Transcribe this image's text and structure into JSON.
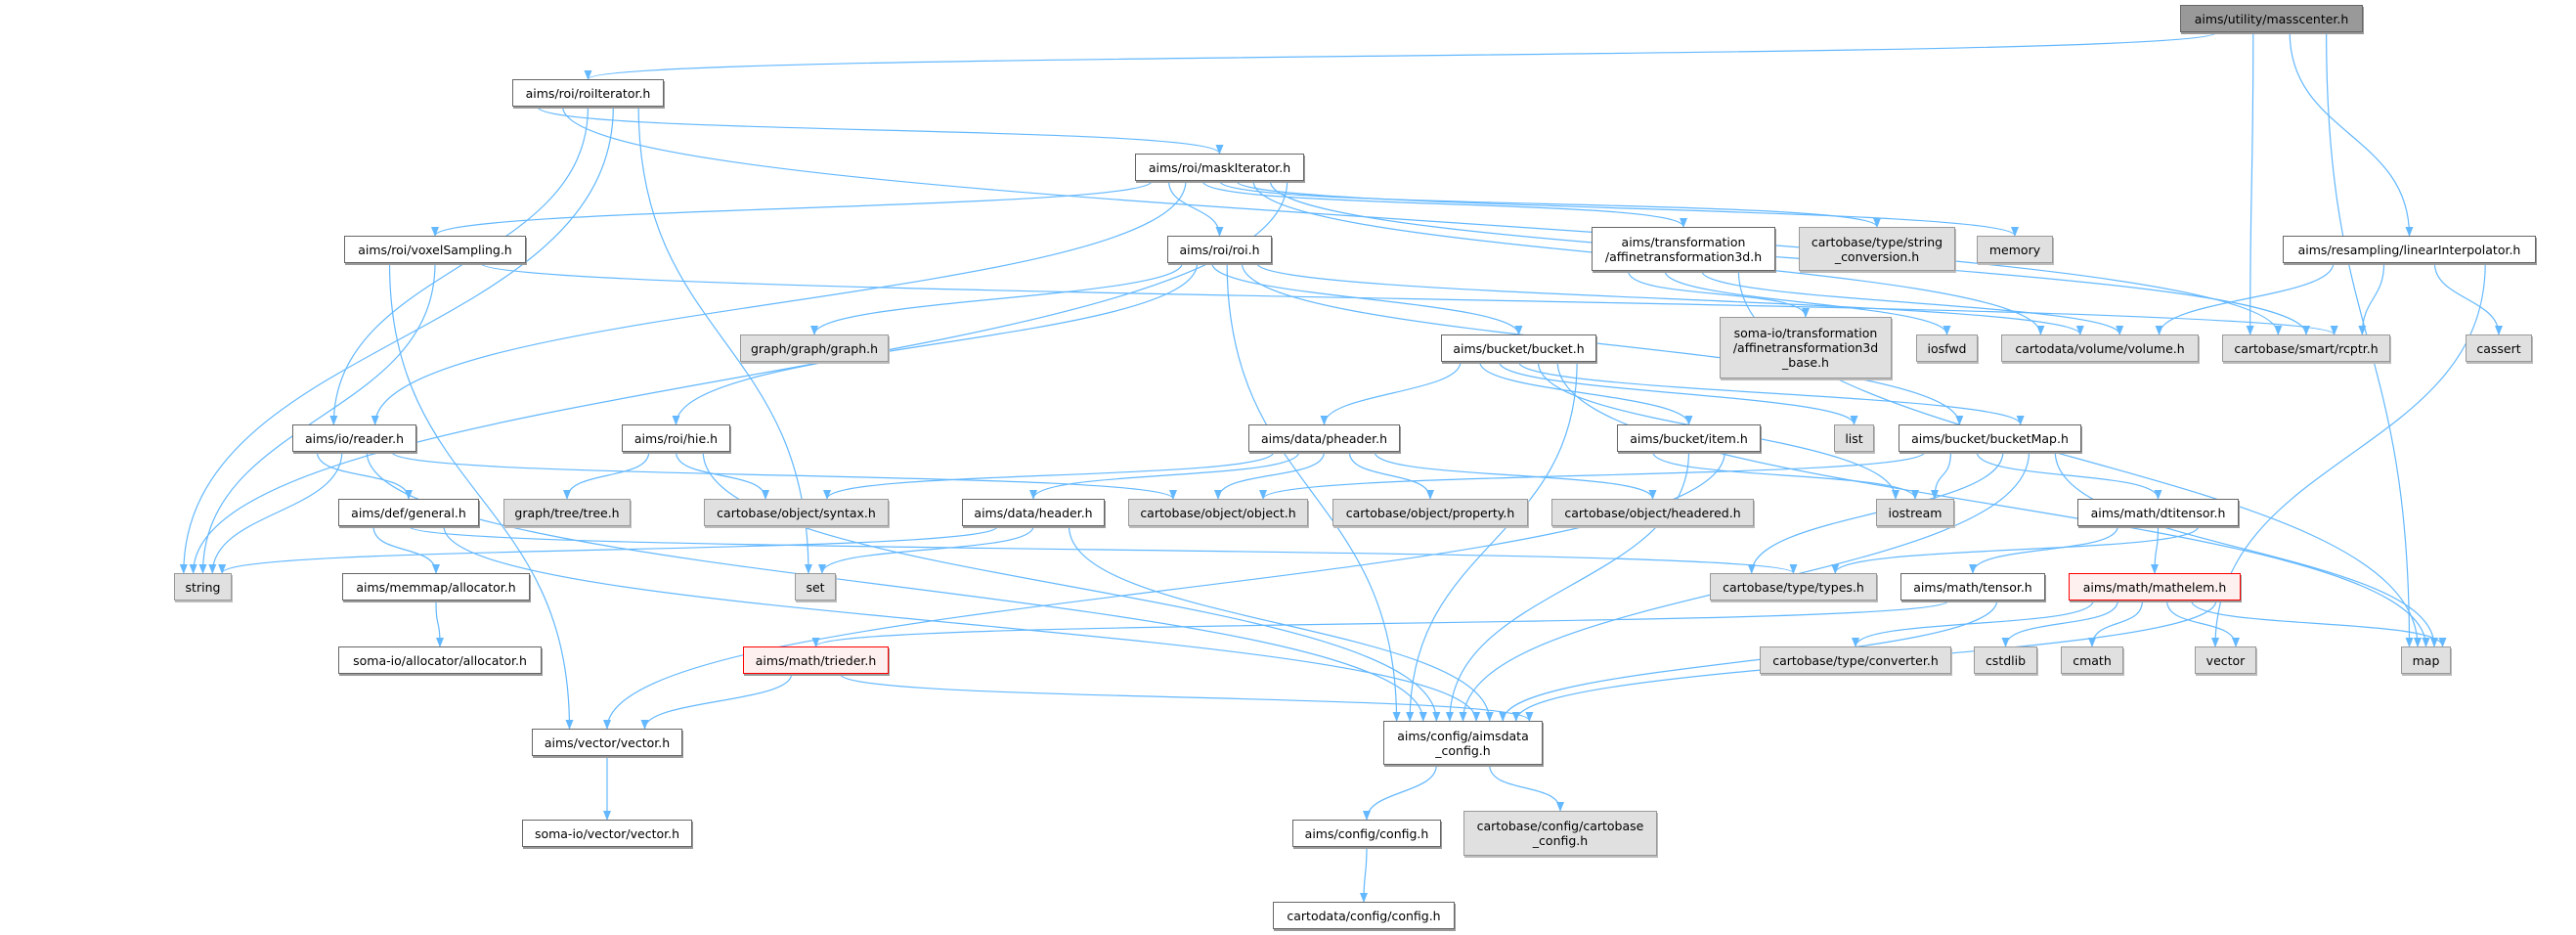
{
  "title": "aims/utility/masscenter.h include dependency graph",
  "colors": {
    "edge": "#63b8ff",
    "root_fill": "#999999",
    "external_fill": "#e0e0e0",
    "truncated_border": "#ff0000"
  },
  "nodes": [
    {
      "id": "masscenter",
      "label": "aims/utility/masscenter.h",
      "kind": "root"
    },
    {
      "id": "roiIterator",
      "label": "aims/roi/roiIterator.h",
      "kind": "local"
    },
    {
      "id": "maskIterator",
      "label": "aims/roi/maskIterator.h",
      "kind": "local"
    },
    {
      "id": "voxelSampling",
      "label": "aims/roi/voxelSampling.h",
      "kind": "local"
    },
    {
      "id": "roi",
      "label": "aims/roi/roi.h",
      "kind": "local"
    },
    {
      "id": "affine3d",
      "label": "aims/transformation\n/affinetransformation3d.h",
      "kind": "local"
    },
    {
      "id": "strconv",
      "label": "cartobase/type/string\n_conversion.h",
      "kind": "external"
    },
    {
      "id": "memory",
      "label": "memory",
      "kind": "external"
    },
    {
      "id": "linInterp",
      "label": "aims/resampling/linearInterpolator.h",
      "kind": "local"
    },
    {
      "id": "graph",
      "label": "graph/graph/graph.h",
      "kind": "external"
    },
    {
      "id": "bucket",
      "label": "aims/bucket/bucket.h",
      "kind": "local"
    },
    {
      "id": "somaAffine",
      "label": "soma-io/transformation\n/affinetransformation3d\n_base.h",
      "kind": "external"
    },
    {
      "id": "iosfwd",
      "label": "iosfwd",
      "kind": "external"
    },
    {
      "id": "volume",
      "label": "cartodata/volume/volume.h",
      "kind": "external"
    },
    {
      "id": "rcptr",
      "label": "cartobase/smart/rcptr.h",
      "kind": "external"
    },
    {
      "id": "cassert",
      "label": "cassert",
      "kind": "external"
    },
    {
      "id": "reader",
      "label": "aims/io/reader.h",
      "kind": "local"
    },
    {
      "id": "hie",
      "label": "aims/roi/hie.h",
      "kind": "local"
    },
    {
      "id": "pheader",
      "label": "aims/data/pheader.h",
      "kind": "local"
    },
    {
      "id": "item",
      "label": "aims/bucket/item.h",
      "kind": "local"
    },
    {
      "id": "list",
      "label": "list",
      "kind": "external"
    },
    {
      "id": "bucketMap",
      "label": "aims/bucket/bucketMap.h",
      "kind": "local"
    },
    {
      "id": "general",
      "label": "aims/def/general.h",
      "kind": "local"
    },
    {
      "id": "tree",
      "label": "graph/tree/tree.h",
      "kind": "external"
    },
    {
      "id": "syntax",
      "label": "cartobase/object/syntax.h",
      "kind": "external"
    },
    {
      "id": "header",
      "label": "aims/data/header.h",
      "kind": "local"
    },
    {
      "id": "object",
      "label": "cartobase/object/object.h",
      "kind": "external"
    },
    {
      "id": "property",
      "label": "cartobase/object/property.h",
      "kind": "external"
    },
    {
      "id": "headered",
      "label": "cartobase/object/headered.h",
      "kind": "external"
    },
    {
      "id": "iostream",
      "label": "iostream",
      "kind": "external"
    },
    {
      "id": "dtensor",
      "label": "aims/math/dtitensor.h",
      "kind": "local"
    },
    {
      "id": "string",
      "label": "string",
      "kind": "external"
    },
    {
      "id": "allocator",
      "label": "aims/memmap/allocator.h",
      "kind": "local"
    },
    {
      "id": "set",
      "label": "set",
      "kind": "external"
    },
    {
      "id": "types",
      "label": "cartobase/type/types.h",
      "kind": "external"
    },
    {
      "id": "tensor",
      "label": "aims/math/tensor.h",
      "kind": "local"
    },
    {
      "id": "mathelem",
      "label": "aims/math/mathelem.h",
      "kind": "truncated"
    },
    {
      "id": "somaAlloc",
      "label": "soma-io/allocator/allocator.h",
      "kind": "local"
    },
    {
      "id": "trieder",
      "label": "aims/math/trieder.h",
      "kind": "truncated"
    },
    {
      "id": "converter",
      "label": "cartobase/type/converter.h",
      "kind": "external"
    },
    {
      "id": "cstdlib",
      "label": "cstdlib",
      "kind": "external"
    },
    {
      "id": "cmath",
      "label": "cmath",
      "kind": "external"
    },
    {
      "id": "vector",
      "label": "vector",
      "kind": "external"
    },
    {
      "id": "map",
      "label": "map",
      "kind": "external"
    },
    {
      "id": "vectorh",
      "label": "aims/vector/vector.h",
      "kind": "local"
    },
    {
      "id": "aimsconfig",
      "label": "aims/config/aimsdata\n_config.h",
      "kind": "local"
    },
    {
      "id": "somaVector",
      "label": "soma-io/vector/vector.h",
      "kind": "local"
    },
    {
      "id": "config",
      "label": "aims/config/config.h",
      "kind": "local"
    },
    {
      "id": "cartoConfig",
      "label": "cartobase/config/cartobase\n_config.h",
      "kind": "external"
    },
    {
      "id": "cartodataConfig",
      "label": "cartodata/config/config.h",
      "kind": "local"
    }
  ],
  "edges": [
    [
      "masscenter",
      "roiIterator"
    ],
    [
      "masscenter",
      "rcptr"
    ],
    [
      "masscenter",
      "linInterp"
    ],
    [
      "masscenter",
      "map"
    ],
    [
      "roiIterator",
      "maskIterator"
    ],
    [
      "roiIterator",
      "rcptr"
    ],
    [
      "roiIterator",
      "reader"
    ],
    [
      "roiIterator",
      "string"
    ],
    [
      "roiIterator",
      "set"
    ],
    [
      "maskIterator",
      "voxelSampling"
    ],
    [
      "maskIterator",
      "roi"
    ],
    [
      "maskIterator",
      "reader"
    ],
    [
      "maskIterator",
      "affine3d"
    ],
    [
      "maskIterator",
      "strconv"
    ],
    [
      "maskIterator",
      "memory"
    ],
    [
      "maskIterator",
      "volume"
    ],
    [
      "maskIterator",
      "rcptr"
    ],
    [
      "maskIterator",
      "string"
    ],
    [
      "voxelSampling",
      "vectorh"
    ],
    [
      "voxelSampling",
      "string"
    ],
    [
      "voxelSampling",
      "rcptr"
    ],
    [
      "roi",
      "graph"
    ],
    [
      "roi",
      "hie"
    ],
    [
      "roi",
      "bucket"
    ],
    [
      "roi",
      "aimsconfig"
    ],
    [
      "roi",
      "bucketMap"
    ],
    [
      "roi",
      "volume"
    ],
    [
      "affine3d",
      "somaAffine"
    ],
    [
      "affine3d",
      "iosfwd"
    ],
    [
      "affine3d",
      "volume"
    ],
    [
      "affine3d",
      "map"
    ],
    [
      "linInterp",
      "volume"
    ],
    [
      "linInterp",
      "rcptr"
    ],
    [
      "linInterp",
      "cassert"
    ],
    [
      "linInterp",
      "vector"
    ],
    [
      "bucket",
      "pheader"
    ],
    [
      "bucket",
      "item"
    ],
    [
      "bucket",
      "list"
    ],
    [
      "bucket",
      "bucketMap"
    ],
    [
      "bucket",
      "iostream"
    ],
    [
      "bucket",
      "map"
    ],
    [
      "bucket",
      "aimsconfig"
    ],
    [
      "reader",
      "general"
    ],
    [
      "reader",
      "string"
    ],
    [
      "reader",
      "aimsconfig"
    ],
    [
      "reader",
      "object"
    ],
    [
      "hie",
      "tree"
    ],
    [
      "hie",
      "syntax"
    ],
    [
      "hie",
      "aimsconfig"
    ],
    [
      "pheader",
      "syntax"
    ],
    [
      "pheader",
      "header"
    ],
    [
      "pheader",
      "object"
    ],
    [
      "pheader",
      "property"
    ],
    [
      "pheader",
      "headered"
    ],
    [
      "item",
      "iostream"
    ],
    [
      "item",
      "aimsconfig"
    ],
    [
      "item",
      "vectorh"
    ],
    [
      "bucketMap",
      "object"
    ],
    [
      "bucketMap",
      "iostream"
    ],
    [
      "bucketMap",
      "dtensor"
    ],
    [
      "bucketMap",
      "types"
    ],
    [
      "bucketMap",
      "aimsconfig"
    ],
    [
      "bucketMap",
      "map"
    ],
    [
      "general",
      "allocator"
    ],
    [
      "general",
      "types"
    ],
    [
      "general",
      "aimsconfig"
    ],
    [
      "header",
      "string"
    ],
    [
      "header",
      "set"
    ],
    [
      "header",
      "aimsconfig"
    ],
    [
      "allocator",
      "somaAlloc"
    ],
    [
      "dtensor",
      "tensor"
    ],
    [
      "dtensor",
      "mathelem"
    ],
    [
      "dtensor",
      "types"
    ],
    [
      "tensor",
      "trieder"
    ],
    [
      "tensor",
      "aimsconfig"
    ],
    [
      "mathelem",
      "converter"
    ],
    [
      "mathelem",
      "cstdlib"
    ],
    [
      "mathelem",
      "cmath"
    ],
    [
      "mathelem",
      "vector"
    ],
    [
      "mathelem",
      "map"
    ],
    [
      "mathelem",
      "aimsconfig"
    ],
    [
      "trieder",
      "vectorh"
    ],
    [
      "trieder",
      "aimsconfig"
    ],
    [
      "vectorh",
      "somaVector"
    ],
    [
      "aimsconfig",
      "config"
    ],
    [
      "aimsconfig",
      "cartoConfig"
    ],
    [
      "config",
      "cartodataConfig"
    ]
  ]
}
